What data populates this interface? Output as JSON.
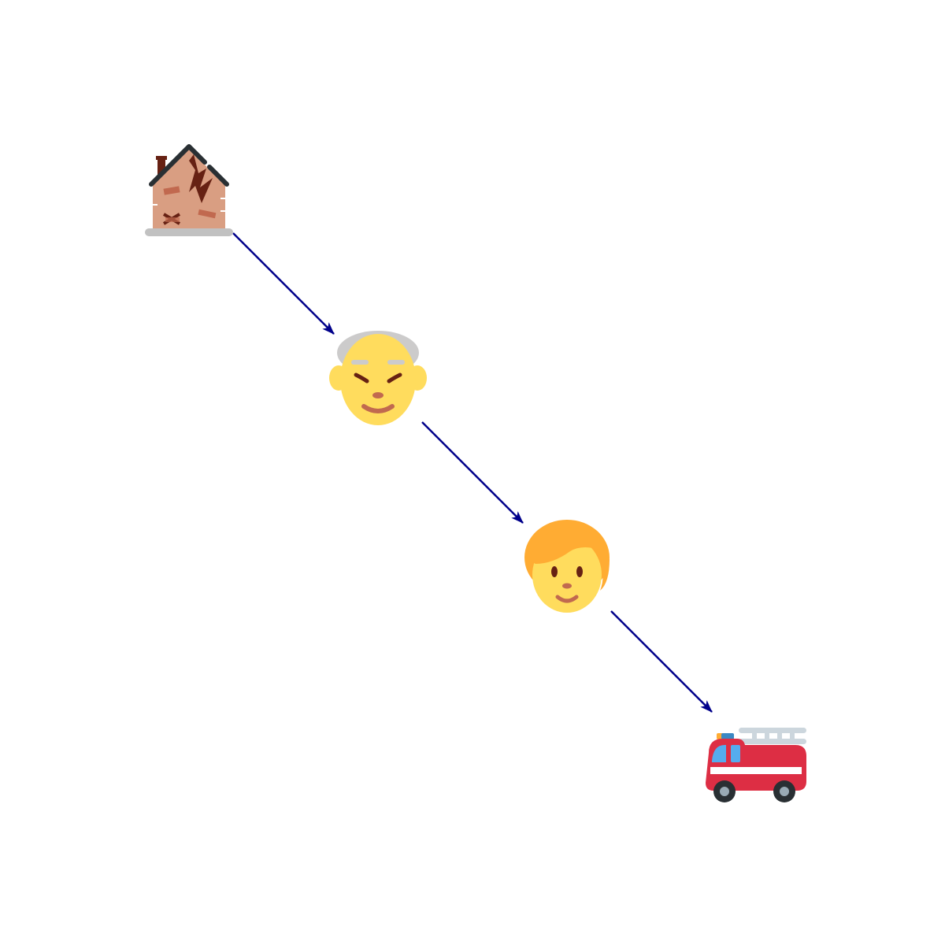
{
  "diagram": {
    "nodes": [
      {
        "id": "derelict-house",
        "icon": "derelict-house-icon"
      },
      {
        "id": "older-person",
        "icon": "older-person-icon"
      },
      {
        "id": "person",
        "icon": "person-icon"
      },
      {
        "id": "fire-engine",
        "icon": "fire-engine-icon"
      }
    ],
    "edges": [
      {
        "from": "derelict-house",
        "to": "older-person"
      },
      {
        "from": "older-person",
        "to": "person"
      },
      {
        "from": "person",
        "to": "fire-engine"
      }
    ],
    "colors": {
      "arrow": "#00008b",
      "house_wall": "#d99e82",
      "house_roof": "#292f33",
      "house_crack": "#662113",
      "house_base": "#c1c1c1",
      "skin": "#ffdc5d",
      "gray_hair": "#cccbcb",
      "orange_hair": "#ffac33",
      "feature_dark": "#662113",
      "mouth": "#c1694f",
      "truck_red": "#dd2e44",
      "truck_window": "#55acee",
      "ladder": "#ccd6dd",
      "wheel": "#292f33",
      "hub": "#99aab5",
      "beacon_blue": "#3b88c3",
      "beacon_orange": "#ffac33"
    }
  }
}
